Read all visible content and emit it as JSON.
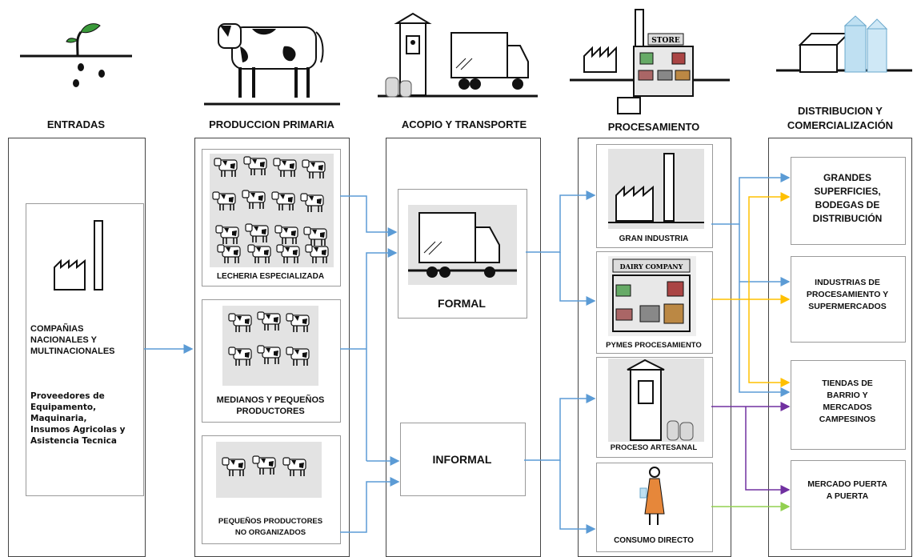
{
  "headers": {
    "entradas": "ENTRADAS",
    "produccion": "PRODUCCION PRIMARIA",
    "acopio": "ACOPIO Y TRANSPORTE",
    "procesamiento": "PROCESAMIENTO",
    "distribucion_1": "DISTRIBUCION Y",
    "distribucion_2": "COMERCIALIZACIÓN"
  },
  "entradas": {
    "company_1": "COMPAÑIAS",
    "company_2": "NACIONALES Y",
    "company_3": "MULTINACIONALES",
    "prov_1": "Proveedores de",
    "prov_2": "Equipamento,",
    "prov_3": "Maquinaria,",
    "prov_4": "Insumos Agricolas y",
    "prov_5": "Asistencia Tecnica"
  },
  "produccion": {
    "lecheria": "LECHERIA ESPECIALIZADA",
    "medianos_1": "MEDIANOS Y PEQUEÑOS",
    "medianos_2": "PRODUCTORES",
    "pequenos_1": "PEQUEÑOS PRODUCTORES",
    "pequenos_2": "NO ORGANIZADOS"
  },
  "acopio": {
    "formal": "FORMAL",
    "informal": "INFORMAL"
  },
  "procesamiento": {
    "gran_industria": "GRAN INDUSTRIA",
    "pymes": "PYMES PROCESAMIENTO",
    "artesanal": "PROCESO ARTESANAL",
    "consumo": "CONSUMO DIRECTO",
    "store_sign": "STORE",
    "dairy_sign": "DAIRY COMPANY"
  },
  "distribucion": {
    "grandes_1": "GRANDES",
    "grandes_2": "SUPERFICIES,",
    "grandes_3": "BODEGAS DE",
    "grandes_4": "DISTRIBUCIÓN",
    "industrias_1": "INDUSTRIAS DE",
    "industrias_2": "PROCESAMIENTO Y",
    "industrias_3": "SUPERMERCADOS",
    "tiendas_1": "TIENDAS DE",
    "tiendas_2": "BARRIO Y",
    "tiendas_3": "MERCADOS",
    "tiendas_4": "CAMPESINOS",
    "mercado_1": "MERCADO PUERTA",
    "mercado_2": "A PUERTA"
  },
  "colors": {
    "arrow_blue": "#5b9bd5",
    "arrow_yellow": "#ffc000",
    "arrow_purple": "#7030a0",
    "arrow_green": "#92d050"
  }
}
